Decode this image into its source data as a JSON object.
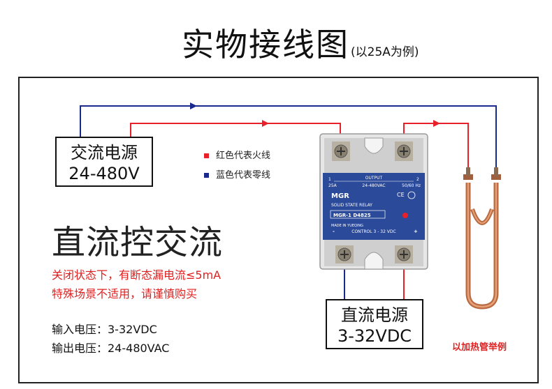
{
  "title": {
    "main": "实物接线图",
    "sub": "(以25A为例)"
  },
  "ac_source": {
    "line1": "交流电源",
    "line2": "24-480V"
  },
  "dc_source": {
    "line1": "直流电源",
    "line2": "3-32VDC"
  },
  "legend": {
    "red": {
      "label": "红色代表火线",
      "color": "#e8202a"
    },
    "blue": {
      "label": "蓝色代表零线",
      "color": "#1a2a8c"
    }
  },
  "heading": "直流控交流",
  "warnings": [
    "关闭状态下，有断态漏电流≤5mA",
    "特殊场景不适用，请谨慎购买"
  ],
  "specs": [
    "输入电压：3-32VDC",
    "输出电压：24-480VAC"
  ],
  "example_note": "以加热管举例",
  "relay": {
    "output_label": "OUTPUT",
    "output_spec_left": "25A",
    "output_spec_mid": "24-480VAC",
    "output_spec_right": "50/60 Hz",
    "terminal_1": "1",
    "terminal_2": "2",
    "brand": "MGR",
    "type": "SOLID STATE RELAY",
    "model": "MGR-1  D4825",
    "made_in": "MADE IN YUEQING",
    "control": "CONTROL 3 - 32 VDC",
    "plus": "+",
    "minus": "-",
    "body_color": "#2c4a9a"
  },
  "wire_colors": {
    "live": "#e8202a",
    "neutral": "#1a2a8c",
    "heater": "#c87850"
  }
}
